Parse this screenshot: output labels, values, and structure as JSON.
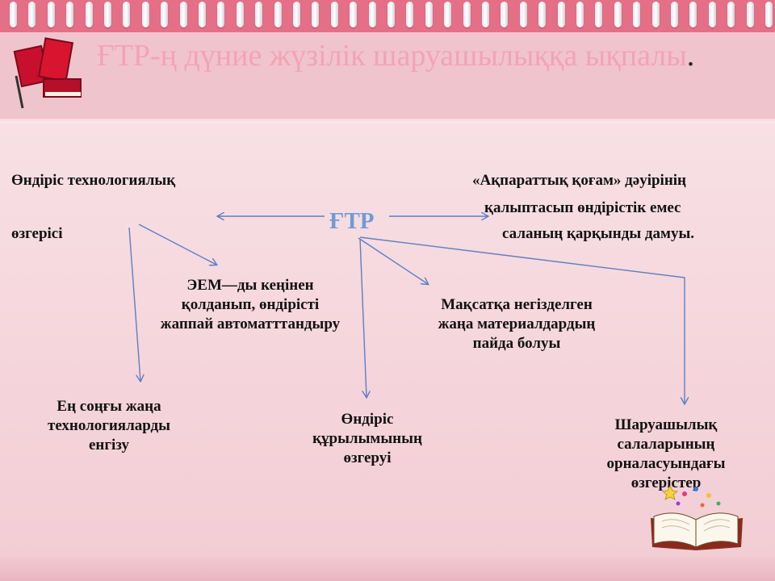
{
  "title": "ҒТР-ң дүние жүзілік шаруашылыққа ықпалы",
  "title_dot": ".",
  "center_label": "ҒТР",
  "left_top_1": "Өндіріс технологиялық",
  "left_top_2": "өзгерісі",
  "right_top_1": "«Ақпараттық қоғам» дәуірінің",
  "right_top_2": "қалыптасып өндірістік емес",
  "right_top_3": "саланың қарқынды дамуы.",
  "computers_1": "ЭЕМ—ды кеңінен",
  "computers_2": "қолданып, өндірісті",
  "computers_3": "жаппай автоматттандыру",
  "materials_1": "Мақсатқа негізделген",
  "materials_2": "жаңа  материалдардың",
  "materials_3": "пайда болуы",
  "newtech_1": "Ең соңғы жаңа",
  "newtech_2": "технологияларды",
  "newtech_3": "енгізу",
  "structure_1": "Өндіріс",
  "structure_2": "құрылымының",
  "structure_3": "өзгеруі",
  "agri_1": "Шаруашылық",
  "agri_2": "салаларының",
  "agri_3": "орналасуындағы",
  "agri_4": "өзгерістер",
  "colors": {
    "arrow": "#5b7fc4",
    "center_label": "#6f9bd6",
    "title": "#f3a3b5",
    "topbar": "#e56f86"
  },
  "icons": [
    "red-books-icon",
    "open-book-icon"
  ]
}
